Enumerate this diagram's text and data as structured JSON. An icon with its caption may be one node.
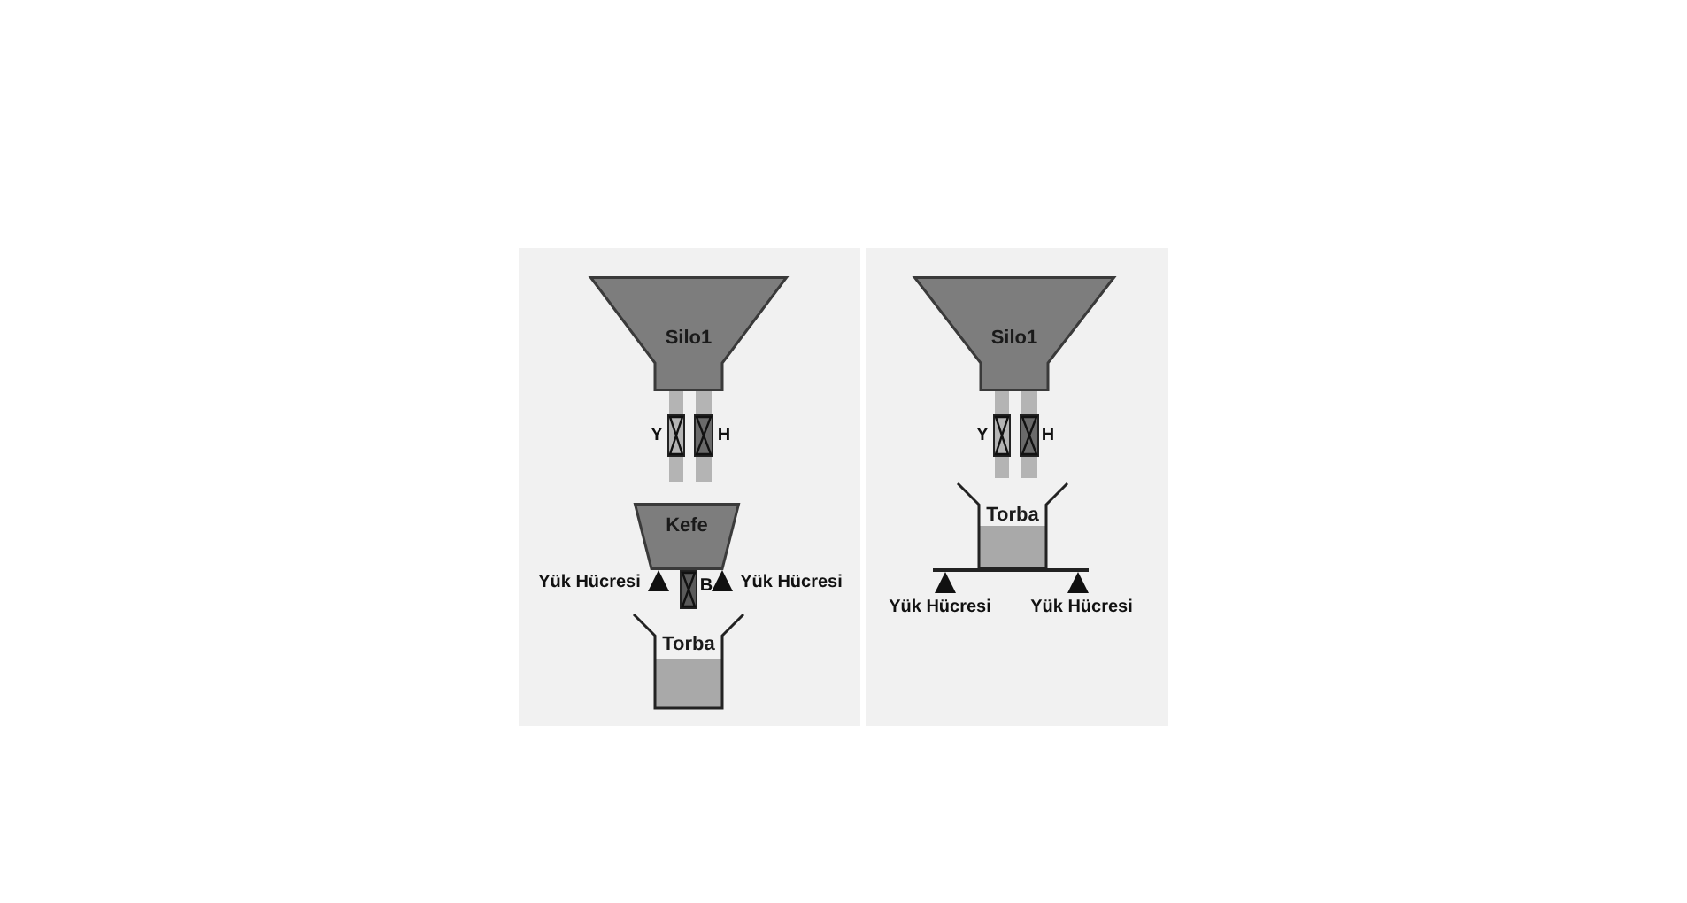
{
  "diagram": {
    "nodes": [
      {
        "text": [
          "Silo1"
        ]
      },
      {
        "text": [
          "Kefe"
        ]
      },
      {
        "text": [
          "Torba"
        ]
      },
      {
        "text": [
          "Silo1"
        ]
      },
      {
        "text": [
          "Torba"
        ]
      }
    ],
    "labels": [
      "Y",
      "H",
      "Yük Hücresi",
      "B",
      "Yük Hücresi",
      "Y",
      "H",
      "Yük Hücresi",
      "Yük Hücresi"
    ]
  }
}
